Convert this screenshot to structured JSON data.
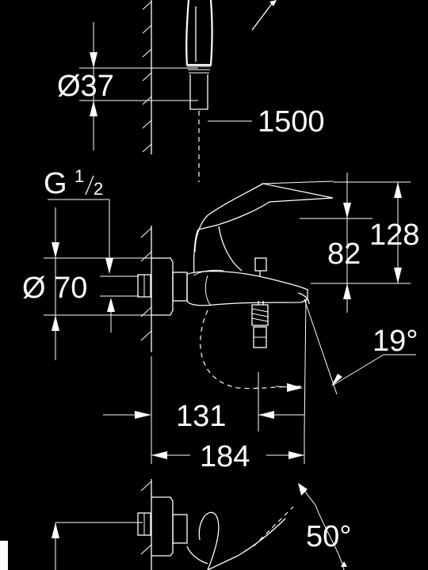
{
  "labels": {
    "diameter_37": "Ø37",
    "dim_1500": "1500",
    "thread_g": "G",
    "thread_num": "1",
    "thread_den": "2",
    "diameter_70": "Ø 70",
    "dim_128": "128",
    "dim_82": "82",
    "angle_19": "19°",
    "dim_131": "131",
    "dim_184": "184",
    "angle_50": "50°"
  },
  "colors": {
    "background": "#000000",
    "line": "#ffffff"
  }
}
